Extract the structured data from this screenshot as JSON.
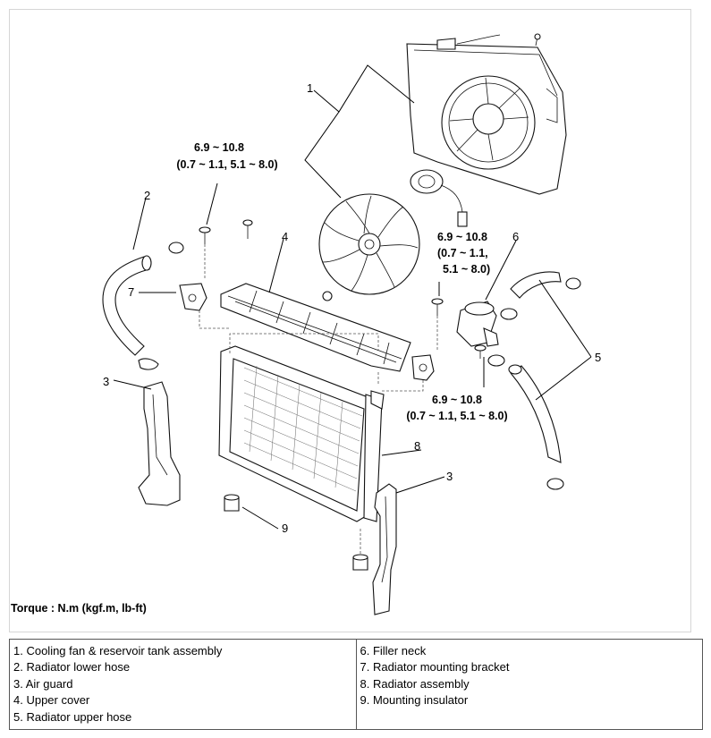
{
  "callouts": {
    "c1": "1",
    "c2": "2",
    "c3a": "3",
    "c3b": "3",
    "c4": "4",
    "c5": "5",
    "c6": "6",
    "c7": "7",
    "c8": "8",
    "c9": "9"
  },
  "torque_specs": {
    "spec1": {
      "line1": "6.9 ~ 10.8",
      "line2": "(0.7 ~ 1.1, 5.1 ~ 8.0)"
    },
    "spec2": {
      "line1": "6.9 ~ 10.8",
      "line2": "(0.7 ~ 1.1,",
      "line3": "5.1 ~ 8.0)"
    },
    "spec3": {
      "line1": "6.9 ~ 10.8",
      "line2": "(0.7 ~ 1.1, 5.1 ~ 8.0)"
    }
  },
  "torque_note": "Torque : N.m (kgf.m, lb-ft)",
  "legend": {
    "left": [
      "1.  Cooling fan & reservoir tank assembly",
      "2.  Radiator lower hose",
      "3.  Air guard",
      "4.  Upper cover",
      "5.  Radiator upper hose"
    ],
    "right": [
      "6.  Filler neck",
      "7.  Radiator mounting bracket",
      "8.  Radiator assembly",
      "9.  Mounting insulator"
    ]
  }
}
